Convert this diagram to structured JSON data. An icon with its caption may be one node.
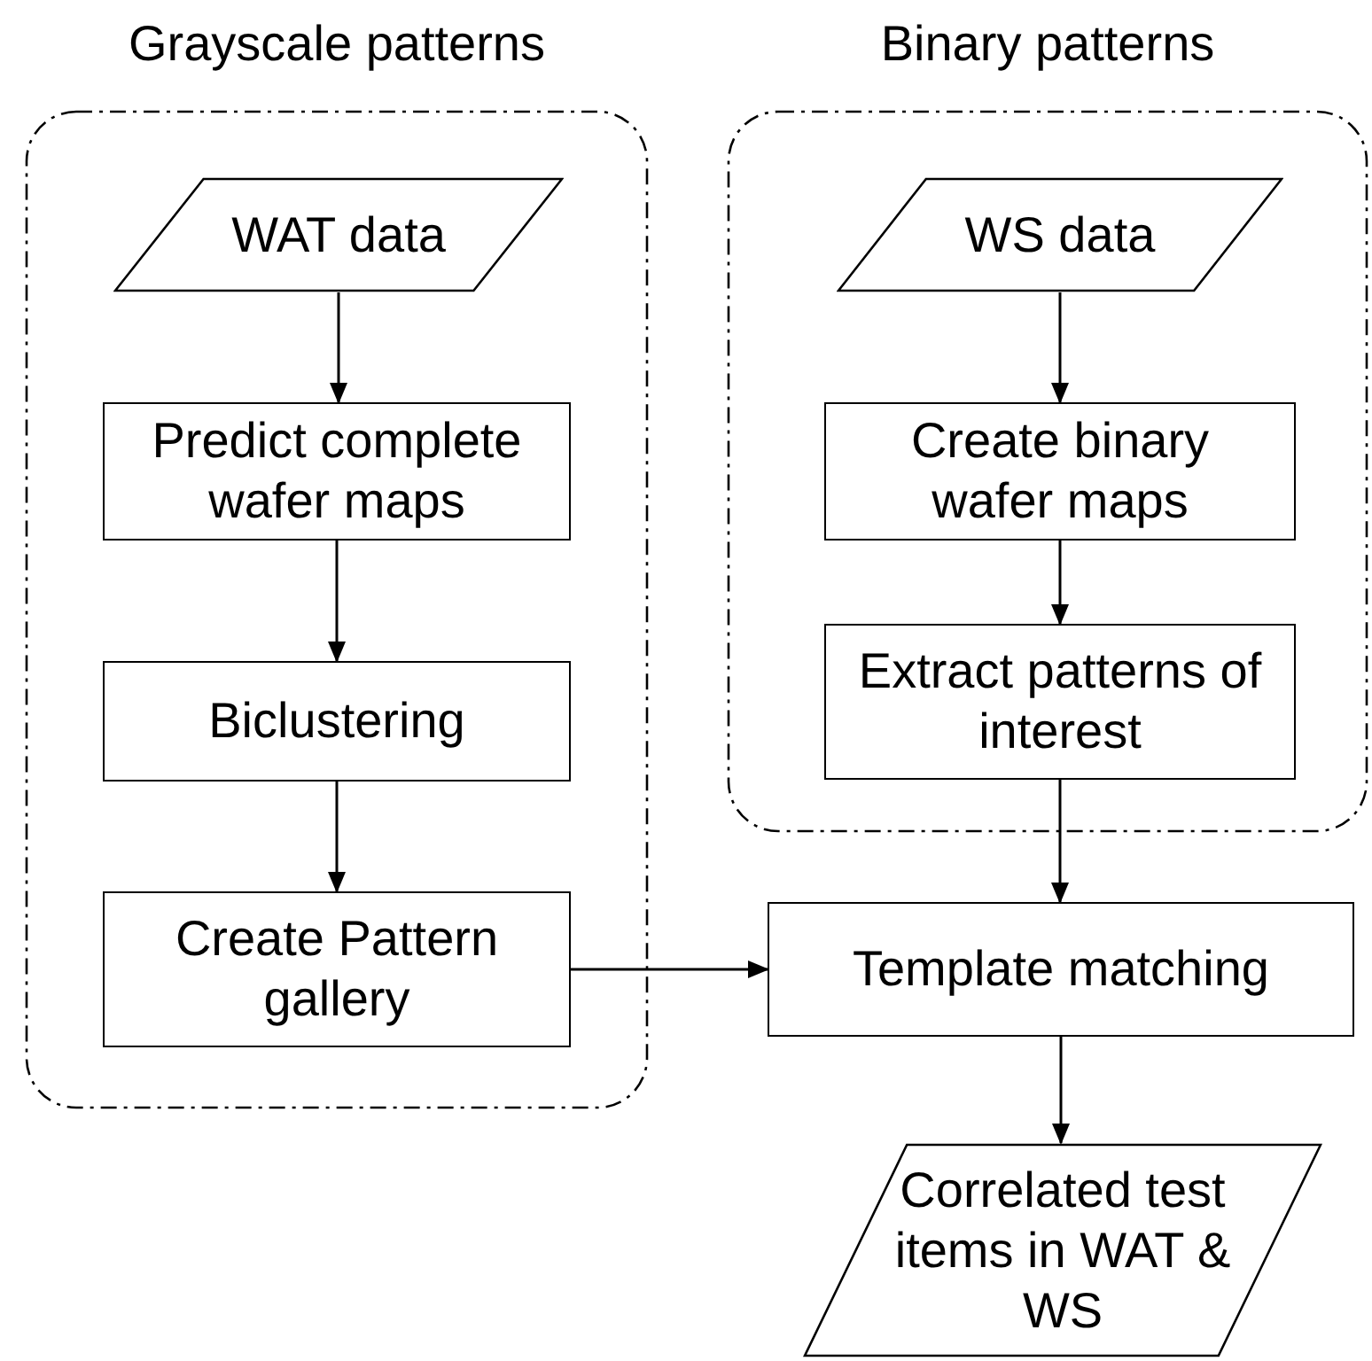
{
  "diagram": {
    "nodes": [
      {
        "text": [
          "Grayscale patterns"
        ]
      },
      {
        "text": [
          "WAT data"
        ],
        "in": 0
      },
      {
        "text": [
          "Predict complete wafer maps"
        ],
        "in": 0
      },
      {
        "text": [
          "Biclustering"
        ],
        "in": 0
      },
      {
        "text": [
          "Create Pattern gallery"
        ],
        "in": 0
      },
      {
        "text": [
          "Binary patterns"
        ]
      },
      {
        "text": [
          "WS data"
        ],
        "in": 5
      },
      {
        "text": [
          "Create binary wafer maps"
        ],
        "in": 5
      },
      {
        "text": [
          "Extract patterns of interest"
        ],
        "in": 5
      },
      {
        "text": [
          "Template matching"
        ]
      },
      {
        "text": [
          "Correlated test items in WAT & WS"
        ]
      }
    ],
    "edges": [
      {
        "from": 1,
        "to": 2,
        "arrow": "to"
      },
      {
        "from": 2,
        "to": 3,
        "arrow": "to"
      },
      {
        "from": 3,
        "to": 4,
        "arrow": "to"
      },
      {
        "from": 6,
        "to": 7,
        "arrow": "to"
      },
      {
        "from": 7,
        "to": 8,
        "arrow": "to"
      },
      {
        "from": 8,
        "to": 9,
        "arrow": "to"
      },
      {
        "from": 4,
        "to": 9,
        "arrow": "to"
      },
      {
        "from": 9,
        "to": 10,
        "arrow": "to"
      }
    ]
  }
}
